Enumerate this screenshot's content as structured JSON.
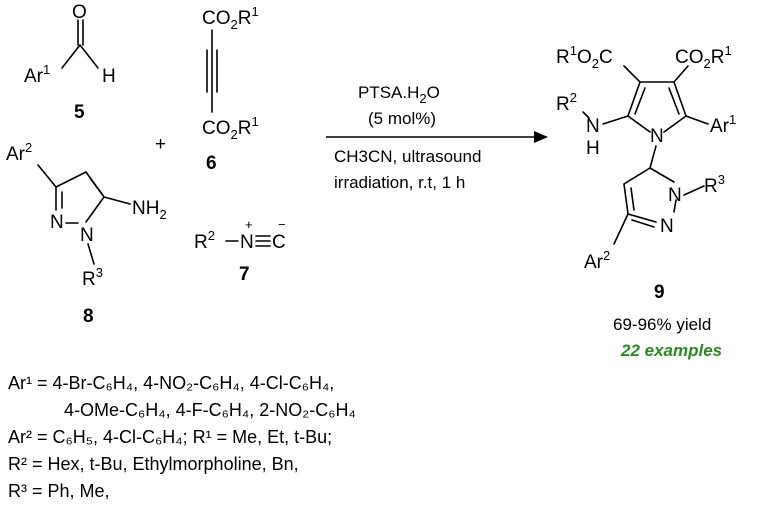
{
  "compounds": {
    "c5": {
      "label": "5",
      "ar": "Ar",
      "ar_sup": "1",
      "h": "H",
      "o": "O"
    },
    "c6": {
      "label": "6",
      "top": "CO",
      "top_sub": "2",
      "top_r": "R",
      "top_sup": "1",
      "bot": "CO",
      "bot_sub": "2",
      "bot_r": "R",
      "bot_sup": "1"
    },
    "c7": {
      "label": "7",
      "r": "R",
      "r_sup": "2",
      "n": "N",
      "c": "C",
      "plus": "+",
      "minus": "−"
    },
    "c8": {
      "label": "8",
      "ar": "Ar",
      "ar_sup": "2",
      "n1": "N",
      "n2": "N",
      "nh2": "NH",
      "nh2_sub": "2",
      "r": "R",
      "r_sup": "3"
    },
    "c9": {
      "label": "9",
      "ester_left": "R",
      "ester_left_sup": "1",
      "ester_left_rest": "O",
      "ester_left_sub": "2",
      "ester_left_c": "C",
      "ester_right": "CO",
      "ester_right_sub": "2",
      "ester_right_r": "R",
      "ester_right_sup": "1",
      "nh_r": "R",
      "nh_r_sup": "2",
      "nh_n": "N",
      "nh_h": "H",
      "ring_n": "N",
      "ar1": "Ar",
      "ar1_sup": "1",
      "pz_n1": "N",
      "pz_n2": "N",
      "r3": "R",
      "r3_sup": "3",
      "ar2": "Ar",
      "ar2_sup": "2"
    }
  },
  "plus_sign": "+",
  "conditions": {
    "line1": "PTSA.H",
    "line1_sub": "2",
    "line1_end": "O",
    "line2": "(5 mol%)",
    "line3": "CH3CN, ultrasound",
    "line4": "irradiation, r.t, 1 h"
  },
  "results": {
    "yield": "69-96% yield",
    "examples": "22 examples"
  },
  "colors": {
    "examples": "#2a8a22",
    "ink": "#000000"
  },
  "legend": {
    "l1": "Ar¹ = 4-Br-C₆H₄, 4-NO₂-C₆H₄, 4-Cl-C₆H₄,",
    "l2": "4-OMe-C₆H₄, 4-F-C₆H₄, 2-NO₂-C₆H₄",
    "l3": "Ar² = C₆H₅, 4-Cl-C₆H₄; R¹ = Me, Et, t-Bu;",
    "l4": "R² = Hex, t-Bu, Ethylmorpholine, Bn,",
    "l5": "R³ = Ph, Me,"
  }
}
